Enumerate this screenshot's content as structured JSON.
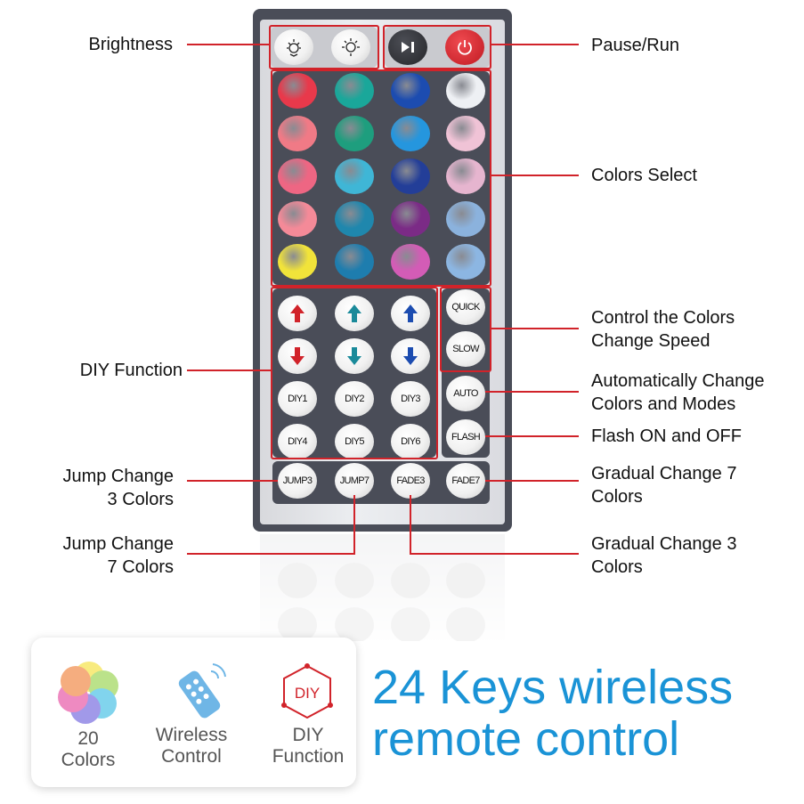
{
  "colors": {
    "accent": "#d1232a",
    "remote_body": "#4a4d58",
    "headline": "#1a93d6",
    "color_keys": [
      [
        "#e8394b",
        "#1aa79a",
        "#1c4cb0",
        "#eef0f4"
      ],
      [
        "#f07a86",
        "#1e9e7e",
        "#2596de",
        "#f0c3d6"
      ],
      [
        "#ee6683",
        "#3fb6d6",
        "#233e98",
        "#e6b5cf"
      ],
      [
        "#f48a98",
        "#1f87ad",
        "#7b2b86",
        "#8bb2dd"
      ],
      [
        "#f1e33a",
        "#1e7dae",
        "#d35cb6",
        "#8cb6e2"
      ]
    ],
    "diy_up": [
      "#d1232a",
      "#1a8a9a",
      "#1c4cb0"
    ],
    "diy_down": [
      "#d1232a",
      "#1a8a9a",
      "#1c4cb0"
    ]
  },
  "callouts": {
    "brightness": "Brightness",
    "pause_run": "Pause/Run",
    "colors_select": "Colors Select",
    "speed_line1": "Control the Colors",
    "speed_line2": "Change Speed",
    "diy_function": "DIY Function",
    "auto_line1": "Automatically Change",
    "auto_line2": "Colors and Modes",
    "flash": "Flash ON and OFF",
    "jump3_line1": "Jump Change",
    "jump3_line2": "3 Colors",
    "fade7_line1": "Gradual Change 7",
    "fade7_line2": "Colors",
    "jump7_line1": "Jump Change",
    "jump7_line2": "7 Colors",
    "fade3_line1": "Gradual Change 3",
    "fade3_line2": "Colors"
  },
  "keys": {
    "quick": "QUICK",
    "slow": "SLOW",
    "auto": "AUTO",
    "flash": "FLASH",
    "diy": [
      "DIY1",
      "DIY2",
      "DIY3",
      "DIY4",
      "DIY5",
      "DIY6"
    ],
    "jump3": "JUMP3",
    "jump7": "JUMP7",
    "fade3": "FADE3",
    "fade7": "FADE7"
  },
  "features": {
    "colors_line1": "20",
    "colors_line2": "Colors",
    "wireless_line1": "Wireless",
    "wireless_line2": "Control",
    "diy_line1": "DIY",
    "diy_line2": "Function",
    "diy_badge": "DIY"
  },
  "headline": {
    "line1": "24 Keys wireless",
    "line2": "remote control"
  },
  "icons": [
    "brightness-down-icon",
    "brightness-up-icon",
    "play-pause-icon",
    "power-icon",
    "arrow-up-icon",
    "arrow-down-icon",
    "color-petals-icon",
    "remote-control-icon",
    "diy-hexagon-icon"
  ]
}
